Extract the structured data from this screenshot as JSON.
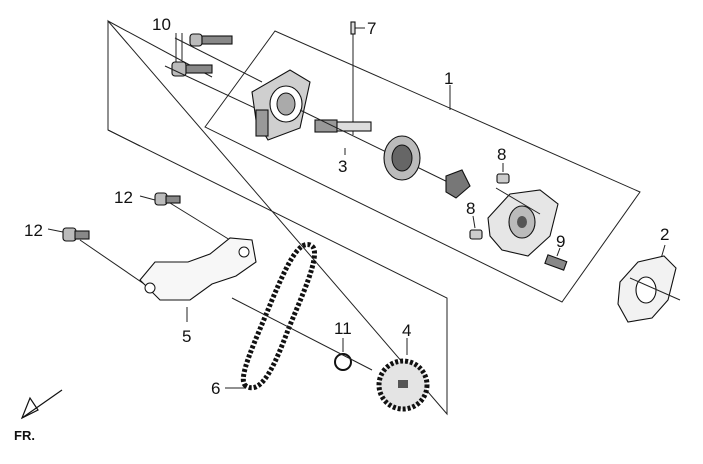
{
  "diagram": {
    "direction_label": "FR.",
    "callouts": [
      {
        "id": "c1",
        "label": "1"
      },
      {
        "id": "c2",
        "label": "2"
      },
      {
        "id": "c3",
        "label": "3"
      },
      {
        "id": "c4",
        "label": "4"
      },
      {
        "id": "c5",
        "label": "5"
      },
      {
        "id": "c6",
        "label": "6"
      },
      {
        "id": "c7",
        "label": "7"
      },
      {
        "id": "c8a",
        "label": "8"
      },
      {
        "id": "c8b",
        "label": "8"
      },
      {
        "id": "c9",
        "label": "9"
      },
      {
        "id": "c10",
        "label": "10"
      },
      {
        "id": "c11",
        "label": "11"
      },
      {
        "id": "c12a",
        "label": "12"
      },
      {
        "id": "c12b",
        "label": "12"
      }
    ]
  }
}
